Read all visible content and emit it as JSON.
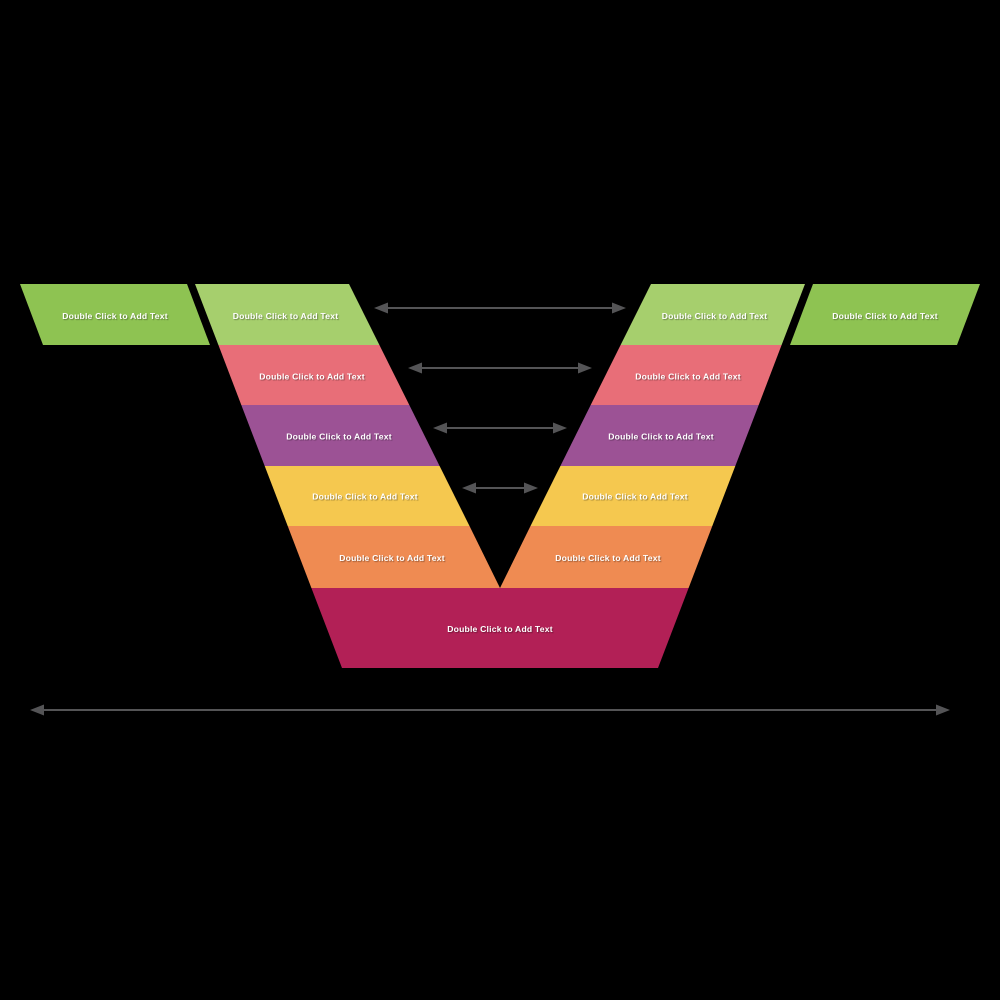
{
  "colors": {
    "background": "#000000",
    "text": "#ffffff",
    "arrow": "#545456"
  },
  "side_tabs": {
    "color": "#8ec352",
    "left": {
      "label": "Double Click to Add Text"
    },
    "right": {
      "label": "Double Click to Add Text"
    }
  },
  "levels": [
    {
      "color": "#a6cf6d",
      "label": "Double Click to Add Text"
    },
    {
      "color": "#e86e78",
      "label": "Double Click to Add Text"
    },
    {
      "color": "#9c5295",
      "label": "Double Click to Add Text"
    },
    {
      "color": "#f5c84f",
      "label": "Double Click to Add Text"
    },
    {
      "color": "#ef8b52",
      "label": "Double Click to Add Text"
    },
    {
      "color": "#b22056",
      "label": "Double Click to Add Text"
    }
  ]
}
